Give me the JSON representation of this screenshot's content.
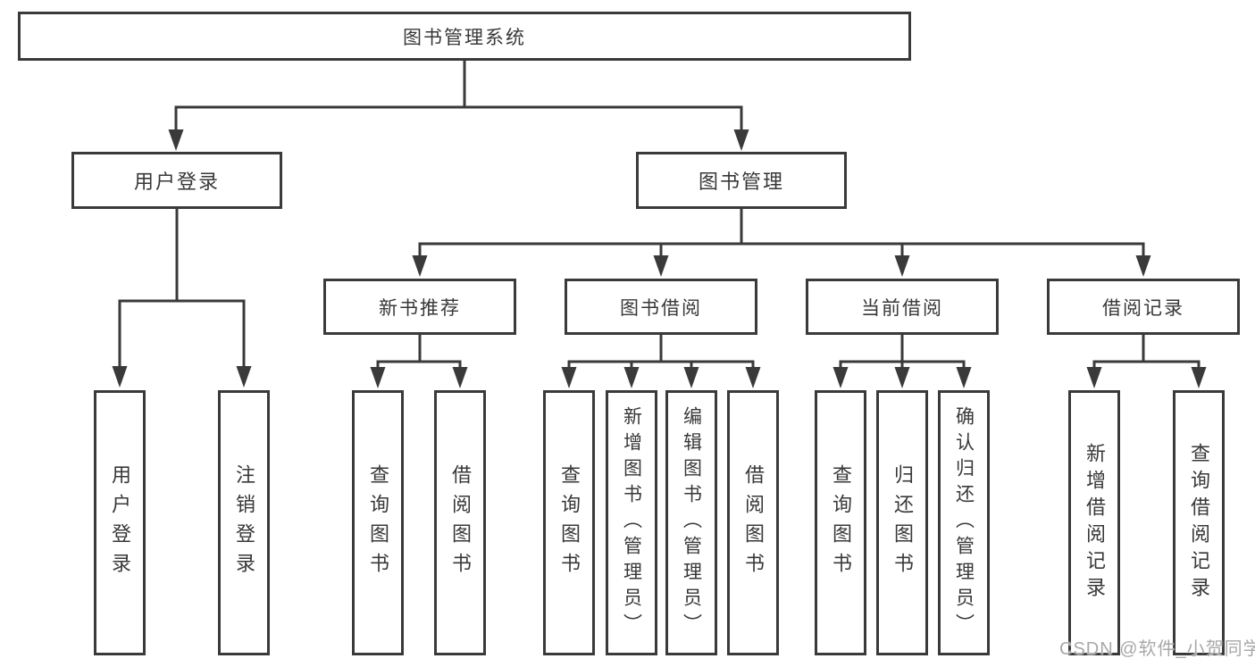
{
  "colors": {
    "line": "#3a3a3a",
    "text": "#383838",
    "watermark": "#a8a8a8"
  },
  "root": {
    "label": "图书管理系统"
  },
  "level2": {
    "user_login": {
      "label": "用户登录"
    },
    "book_management": {
      "label": "图书管理"
    }
  },
  "level3": {
    "new_book_recommend": {
      "label": "新书推荐"
    },
    "book_borrowing": {
      "label": "图书借阅"
    },
    "current_borrowing": {
      "label": "当前借阅"
    },
    "borrowing_records": {
      "label": "借阅记录"
    }
  },
  "leaves": {
    "user_login": {
      "label": "用户登录"
    },
    "logout": {
      "label": "注销登录"
    },
    "nb_query_books": {
      "label": "查询图书"
    },
    "nb_borrow_books": {
      "label": "借阅图书"
    },
    "bb_query_books": {
      "label": "查询图书"
    },
    "bb_add_books_admin": {
      "label": "新增图书（管理员）"
    },
    "bb_edit_books_admin": {
      "label": "编辑图书（管理员）"
    },
    "bb_borrow_books": {
      "label": "借阅图书"
    },
    "cb_query_books": {
      "label": "查询图书"
    },
    "cb_return_books": {
      "label": "归还图书"
    },
    "cb_confirm_return_admin": {
      "label": "确认归还（管理员）"
    },
    "rec_add_record": {
      "label": "新增借阅记录"
    },
    "rec_query_record": {
      "label": "查询借阅记录"
    }
  },
  "watermark": "CSDN @软件_小贺同学"
}
